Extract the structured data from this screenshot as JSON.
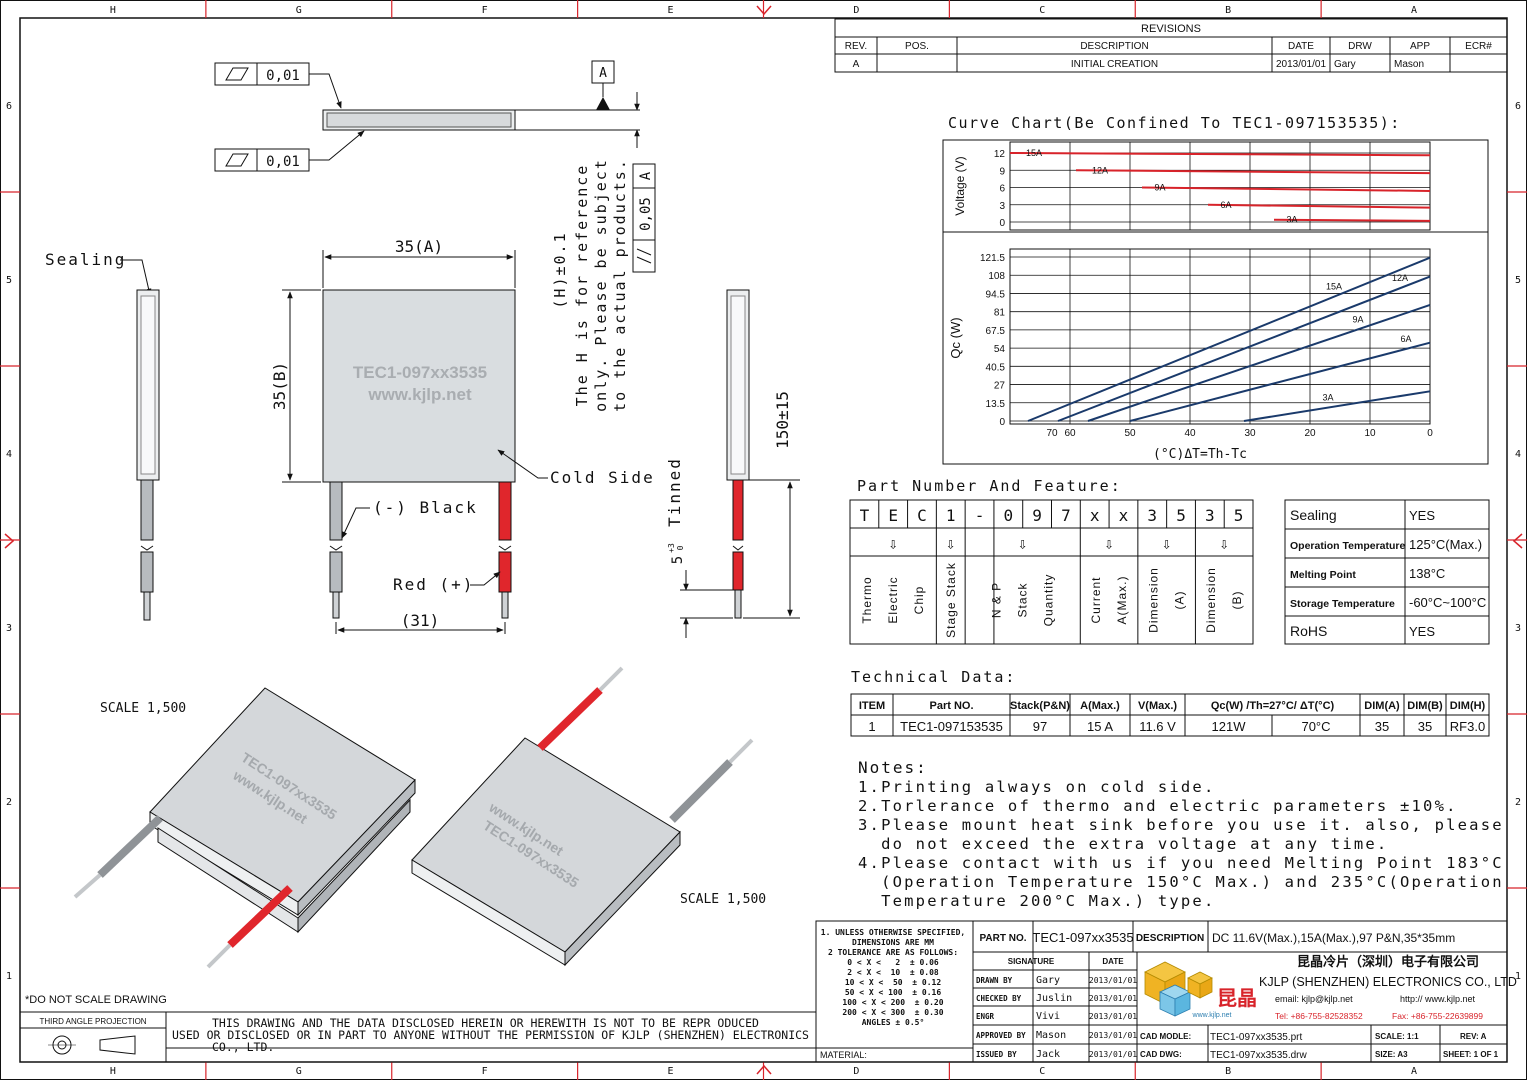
{
  "border": {
    "columns": [
      "H",
      "G",
      "F",
      "E",
      "D",
      "C",
      "B",
      "A"
    ],
    "rows": [
      "6",
      "5",
      "4",
      "3",
      "2",
      "1"
    ]
  },
  "revisions": {
    "title": "REVISIONS",
    "headers": [
      "REV.",
      "POS.",
      "DESCRIPTION",
      "DATE",
      "DRW",
      "APP",
      "ECR#"
    ],
    "row": [
      "A",
      "",
      "INITIAL CREATION",
      "2013/01/01",
      "Gary",
      "Mason",
      ""
    ]
  },
  "drawing": {
    "flatness_top": "0,01",
    "flatness_bottom": "0,01",
    "datum": "A",
    "parallel_tol": "0,05",
    "parallel_datum": "A",
    "height_note": [
      "(H)±0.1",
      "The H is for reference",
      "only. Please be subject",
      "to the actual products."
    ],
    "dim_width": "35(A)",
    "dim_height": "35(B)",
    "dim_lead_spacing": "(31)",
    "dim_lead_length": "150±15",
    "dim_tinned_val": "5",
    "dim_tinned_tol": "+3",
    "dim_tinned_tol2": "0",
    "label_sealing": "Sealing",
    "label_cold_side": "Cold Side",
    "label_black": "(-) Black",
    "label_red": "Red (+)",
    "label_tinned": "Tinned",
    "module_text_1": "TEC1-097xx3535",
    "module_text_2": "www.kjlp.net",
    "scale_left": "SCALE  1,500",
    "scale_right": "SCALE  1,500",
    "no_scale": "*DO NOT SCALE DRAWING"
  },
  "chart_data": [
    {
      "type": "line",
      "title": "Curve Chart(Be Confined To TEC1-097153535):",
      "ylabel": "Voltage (V)",
      "xlabel": "",
      "y_ticks": [
        "12",
        "9",
        "6",
        "3",
        "0"
      ],
      "ylim": [
        0,
        12
      ],
      "xlim": [
        70,
        0
      ],
      "color": "#d8232a",
      "series": [
        {
          "name": "15A",
          "x": [
            70,
            0
          ],
          "y": [
            12,
            11.6
          ],
          "label_x": 66
        },
        {
          "name": "12A",
          "x": [
            59,
            0
          ],
          "y": [
            9,
            8.5
          ],
          "label_x": 55
        },
        {
          "name": "9A",
          "x": [
            48,
            0
          ],
          "y": [
            6,
            5.4
          ],
          "label_x": 45
        },
        {
          "name": "6A",
          "x": [
            37,
            0
          ],
          "y": [
            3,
            2.5
          ],
          "label_x": 34
        },
        {
          "name": "3A",
          "x": [
            26,
            0
          ],
          "y": [
            0.4,
            0.2
          ],
          "label_x": 23
        }
      ]
    },
    {
      "type": "line",
      "title": "",
      "ylabel": "Qc (W)",
      "xlabel": "(°C)ΔT=Th-Tc",
      "y_ticks": [
        "121.5",
        "108",
        "94.5",
        "81",
        "67.5",
        "54",
        "40.5",
        "27",
        "13.5",
        "0"
      ],
      "x_ticks": [
        "70",
        "60",
        "50",
        "40",
        "30",
        "20",
        "10",
        "0"
      ],
      "ylim": [
        0,
        121.5
      ],
      "xlim": [
        70,
        0
      ],
      "color": "#1a3a6b",
      "series": [
        {
          "name": "15A",
          "x": [
            67,
            0
          ],
          "y": [
            0,
            121
          ],
          "label_x": 16
        },
        {
          "name": "12A",
          "x": [
            62,
            0
          ],
          "y": [
            0,
            107
          ],
          "label_x": 5
        },
        {
          "name": "9A",
          "x": [
            57,
            0
          ],
          "y": [
            0,
            86
          ],
          "label_x": 12
        },
        {
          "name": "6A",
          "x": [
            50,
            0
          ],
          "y": [
            0,
            58
          ],
          "label_x": 4
        },
        {
          "name": "3A",
          "x": [
            31,
            0
          ],
          "y": [
            0,
            22
          ],
          "label_x": 17
        }
      ]
    }
  ],
  "part_number": {
    "title": "Part Number And Feature:",
    "letters": [
      "T",
      "E",
      "C",
      "1",
      "-",
      "0",
      "9",
      "7",
      "x",
      "x",
      "3",
      "5",
      "3",
      "5"
    ],
    "arrow": "⇩",
    "groups": [
      [
        "Thermo",
        "Electric",
        "Chip"
      ],
      [
        "Stage Stack"
      ],
      [
        "N & P",
        "Stack",
        "Quantity"
      ],
      [
        "Current",
        "A(Max.)"
      ],
      [
        "Dimension",
        "(A)"
      ],
      [
        "Dimension",
        "(B)"
      ]
    ],
    "features": [
      {
        "label": "Sealing",
        "value": "YES"
      },
      {
        "label": "Operation Temperature",
        "value": "125°C(Max.)"
      },
      {
        "label": "Melting Point",
        "value": "138°C"
      },
      {
        "label": "Storage Temperature",
        "value": "-60°C~100°C"
      },
      {
        "label": "RoHS",
        "value": "YES"
      }
    ]
  },
  "technical": {
    "title": "Technical Data:",
    "headers": [
      "ITEM",
      "Part NO.",
      "Stack(P&N)",
      "A(Max.)",
      "V(Max.)",
      "Qc(W) /Th=27°C/ ΔT(°C)",
      "",
      "DIM(A)",
      "DIM(B)",
      "DIM(H)"
    ],
    "row": [
      "1",
      "TEC1-097153535",
      "97",
      "15 A",
      "11.6 V",
      "121W",
      "70°C",
      "35",
      "35",
      "RF3.0"
    ]
  },
  "notes": {
    "title": "Notes:",
    "lines": [
      "1.Printing always on cold side.",
      "2.Torlerance of thermo and electric parameters ±10%.",
      "3.Please mount heat sink before you use it. also, please",
      "  do not exceed the extra voltage at any time.",
      "4.Please contact with us if you need Melting Point 183°C",
      "  (Operation Temperature 150°C Max.) and 235°C(Operation",
      "  Temperature 200°C Max.) type."
    ]
  },
  "title_block": {
    "tolerance_lines": [
      "1. UNLESS OTHERWISE SPECIFIED,",
      "DIMENSIONS ARE MM",
      "2 TOLERANCE ARE AS FOLLOWS:",
      "0 < X <   2  ± 0.06",
      "2 < X <  10  ± 0.08",
      "10 < X <  50  ± 0.12",
      "50 < X < 100  ± 0.16",
      "100 < X < 200  ± 0.20",
      "200 < X < 300  ± 0.30",
      "ANGLES ± 0.5°"
    ],
    "part_no_label": "PART NO.",
    "part_no": "TEC1-097xx3535",
    "description_label": "DESCRIPTION",
    "description": "DC 11.6V(Max.),15A(Max.),97 P&N,35*35mm",
    "signature_label": "SIGNATURE",
    "date_label": "DATE",
    "signatures": [
      {
        "role": "DRAWN BY",
        "name": "Gary",
        "date": "2013/01/01"
      },
      {
        "role": "CHECKED BY",
        "name": "Juslin",
        "date": "2013/01/01"
      },
      {
        "role": "ENGR",
        "name": "Vivi",
        "date": "2013/01/01"
      },
      {
        "role": "APPROVED BY",
        "name": "Mason",
        "date": "2013/01/01"
      },
      {
        "role": "ISSUED BY",
        "name": "Jack",
        "date": "2013/01/01"
      }
    ],
    "company_cn": "昆晶冷片（深圳）电子有限公司",
    "company_en": "KJLP (SHENZHEN) ELECTRONICS CO., LTD",
    "email": "email: kjlp@kjlp.net",
    "web": "http:// www.kjlp.net",
    "tel": "Tel: +86-755-82528352",
    "fax": "Fax: +86-755-22639899",
    "logo_text": "昆晶",
    "logo_url": "www.kjlp.net",
    "cad_model_label": "CAD MODLE:",
    "cad_model": "TEC1-097xx3535.prt",
    "cad_dwg_label": "CAD DWG:",
    "cad_dwg": "TEC1-097xx3535.drw",
    "scale_label": "SCALE: 1:1",
    "rev_label": "REV: A",
    "size_label": "SIZE: A3",
    "sheet_label": "SHEET: 1 OF 1",
    "projection_label": "THIRD ANGLE PROJECTION",
    "material_label": "MATERIAL:",
    "disclaimer": [
      "THIS DRAWING AND THE DATA DISCLOSED HEREIN OR HEREWITH IS NOT TO BE REPR ODUCED",
      "USED OR DISCLOSED OR IN PART TO ANYONE WITHOUT THE PERMISSION OF KJLP (SHENZHEN) ELECTRONICS",
      "CO., LTD."
    ]
  }
}
